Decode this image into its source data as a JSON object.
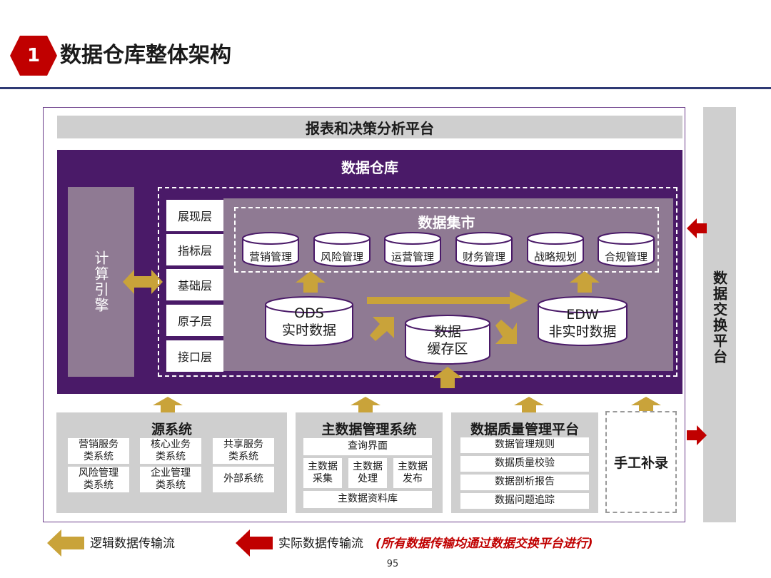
{
  "header": {
    "number": "1",
    "title": "数据仓库整体架构",
    "accent": "#c00000"
  },
  "diagram": {
    "top_platform": "报表和决策分析平台",
    "warehouse": {
      "title": "数据仓库",
      "engine": "计算引擎",
      "layers": [
        "展现层",
        "指标层",
        "基础层",
        "原子层",
        "接口层"
      ],
      "mart": {
        "title": "数据集市",
        "items": [
          "营销管理",
          "风险管理",
          "运营管理",
          "财务管理",
          "战略规划",
          "合规管理"
        ]
      },
      "ods": {
        "line1": "ODS",
        "line2": "实时数据"
      },
      "cache": {
        "line1": "数据",
        "line2": "缓存区"
      },
      "edw": {
        "line1": "EDW",
        "line2": "非实时数据"
      }
    },
    "source_system": {
      "title": "源系统",
      "items": [
        {
          "line1": "营销服务",
          "line2": "类系统"
        },
        {
          "line1": "核心业务",
          "line2": "类系统"
        },
        {
          "line1": "共享服务",
          "line2": "类系统"
        },
        {
          "line1": "风险管理",
          "line2": "类系统"
        },
        {
          "line1": "企业管理",
          "line2": "类系统"
        },
        {
          "line1": "外部系统",
          "line2": ""
        }
      ]
    },
    "mdm": {
      "title": "主数据管理系统",
      "query": "查询界面",
      "items": [
        {
          "line1": "主数据",
          "line2": "采集"
        },
        {
          "line1": "主数据",
          "line2": "处理"
        },
        {
          "line1": "主数据",
          "line2": "发布"
        }
      ],
      "library": "主数据资料库"
    },
    "dq": {
      "title": "数据质量管理平台",
      "items": [
        "数据管理规则",
        "数据质量校验",
        "数据剖析报告",
        "数据问题追踪"
      ]
    },
    "manual": "手工补录",
    "exchange": "数据交换平台"
  },
  "legend": {
    "logical": "逻辑数据传输流",
    "actual": "实际数据传输流",
    "note": "(所有数据传输均通过数据交换平台进行)"
  },
  "page_number": "95",
  "colors": {
    "purple": "#4a1a68",
    "mauve": "#8f7a93",
    "gold": "#c9a33a",
    "red": "#c00000",
    "grey": "#cfcfcf"
  }
}
